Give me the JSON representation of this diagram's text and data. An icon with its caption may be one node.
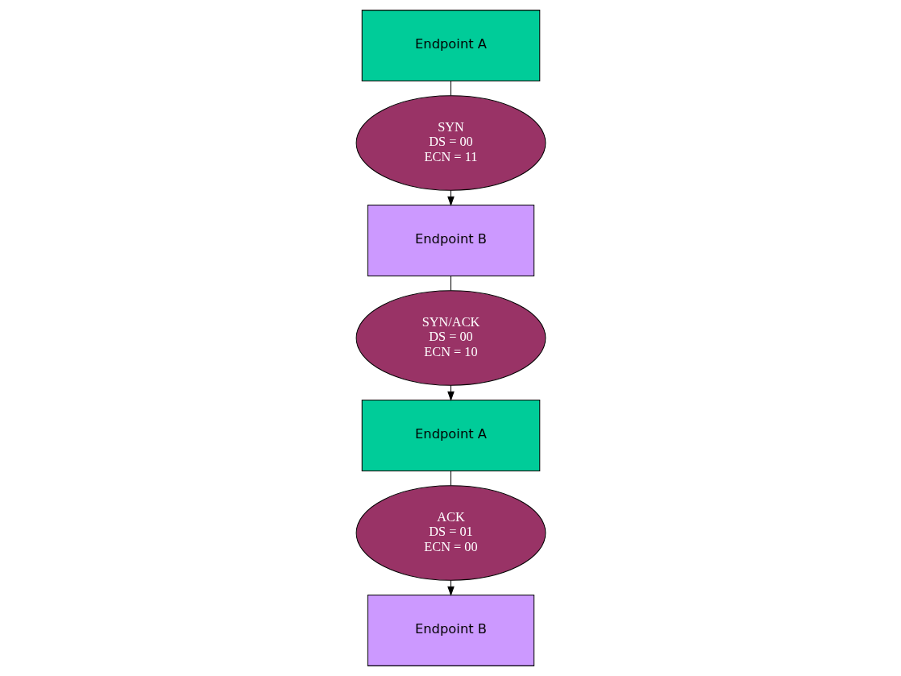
{
  "diagram": {
    "nodes": [
      {
        "text": [
          "Endpoint A"
        ]
      },
      {
        "text": [
          "SYN",
          "DS = 00",
          "ECN = 11"
        ]
      },
      {
        "text": [
          "Endpoint B"
        ]
      },
      {
        "text": [
          "SYN/ACK",
          "DS = 00",
          "ECN = 10"
        ]
      },
      {
        "text": [
          "Endpoint A"
        ]
      },
      {
        "text": [
          "ACK",
          "DS = 01",
          "ECN = 00"
        ]
      },
      {
        "text": [
          "Endpoint B"
        ]
      }
    ],
    "edges": [
      {
        "from": 0,
        "to": 1,
        "arrow": "none"
      },
      {
        "from": 1,
        "to": 2,
        "arrow": "to"
      },
      {
        "from": 2,
        "to": 3,
        "arrow": "none"
      },
      {
        "from": 3,
        "to": 4,
        "arrow": "to"
      },
      {
        "from": 4,
        "to": 5,
        "arrow": "none"
      },
      {
        "from": 5,
        "to": 6,
        "arrow": "to"
      }
    ]
  }
}
